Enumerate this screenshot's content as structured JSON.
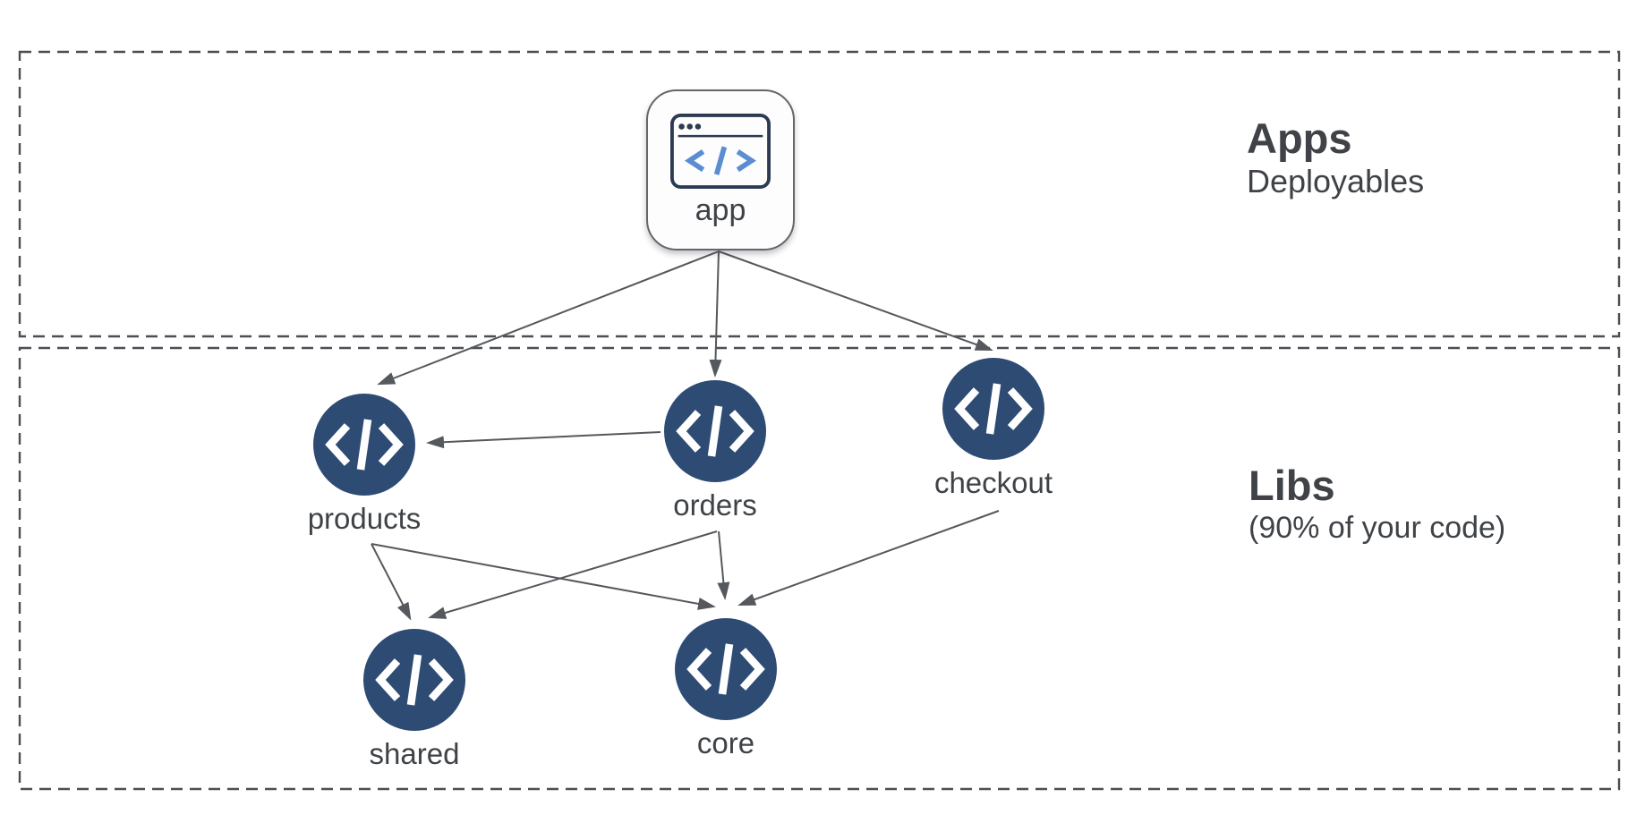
{
  "diagram": {
    "sections": {
      "apps": {
        "title": "Apps",
        "subtitle": "Deployables"
      },
      "libs": {
        "title": "Libs",
        "subtitle": "(90% of your code)"
      }
    },
    "nodes": [
      {
        "id": "app",
        "label": "app",
        "type": "application",
        "section": "apps",
        "icon": "browser-code-icon"
      },
      {
        "id": "products",
        "label": "products",
        "type": "library",
        "section": "libs",
        "icon": "code-circle-icon"
      },
      {
        "id": "orders",
        "label": "orders",
        "type": "library",
        "section": "libs",
        "icon": "code-circle-icon"
      },
      {
        "id": "checkout",
        "label": "checkout",
        "type": "library",
        "section": "libs",
        "icon": "code-circle-icon"
      },
      {
        "id": "shared",
        "label": "shared",
        "type": "library",
        "section": "libs",
        "icon": "code-circle-icon"
      },
      {
        "id": "core",
        "label": "core",
        "type": "library",
        "section": "libs",
        "icon": "code-circle-icon"
      }
    ],
    "edges": [
      {
        "from": "app",
        "to": "products"
      },
      {
        "from": "app",
        "to": "orders"
      },
      {
        "from": "app",
        "to": "checkout"
      },
      {
        "from": "orders",
        "to": "products"
      },
      {
        "from": "products",
        "to": "shared"
      },
      {
        "from": "products",
        "to": "core"
      },
      {
        "from": "orders",
        "to": "shared"
      },
      {
        "from": "orders",
        "to": "core"
      },
      {
        "from": "checkout",
        "to": "core"
      }
    ],
    "colors": {
      "node_fill": "#2d4b73",
      "edge": "#55585c",
      "boundary_dash": "#4b4e52",
      "text": "#3f4347",
      "code_blue": "#5b8ed0",
      "browser_icon_navy": "#2c3a52",
      "background": "#ffffff"
    }
  }
}
